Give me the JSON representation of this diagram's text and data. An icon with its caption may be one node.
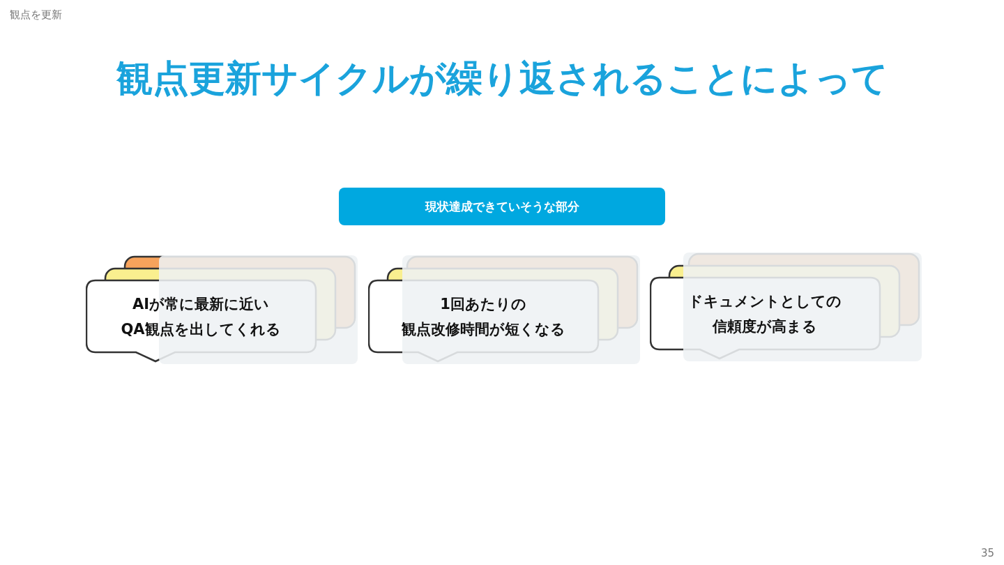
{
  "diagram": {
    "title": "観点更新サイクルが繰り返されることによって",
    "nodes": [
      {
        "text": [
          "現状達成できていそうな部分"
        ]
      },
      {
        "text": [
          "AIが常に最新に近いQA観点を出してくれる"
        ]
      },
      {
        "text": [
          "1回あたりの観点改修時間が短くなる"
        ]
      },
      {
        "text": [
          "ドキュメントとしての信頼度が高まる"
        ]
      }
    ],
    "labels": [
      "観点を更新",
      "35"
    ]
  }
}
